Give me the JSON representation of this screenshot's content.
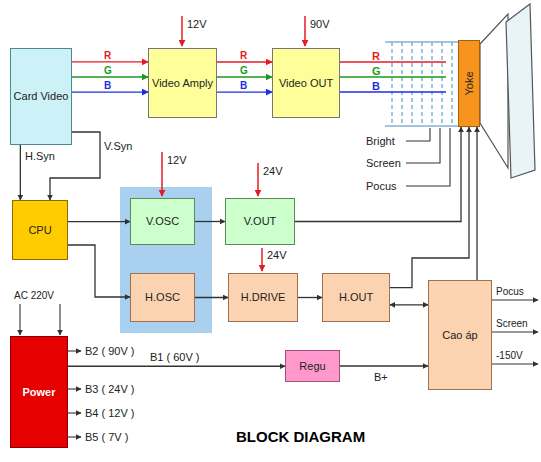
{
  "diagram": {
    "caption": "BLOCK DIAGRAM",
    "nodes": [
      {
        "text": [
          "Card Video"
        ]
      },
      {
        "text": [
          "Video Amply"
        ]
      },
      {
        "text": [
          "Video OUT"
        ]
      },
      {
        "text": [
          "Yoke"
        ]
      },
      {
        "text": [
          "CPU"
        ]
      },
      {
        "text": [
          "V.OSC"
        ]
      },
      {
        "text": [
          "V.OUT"
        ]
      },
      {
        "text": [
          "H.OSC"
        ]
      },
      {
        "text": [
          "H.DRIVE"
        ]
      },
      {
        "text": [
          "H.OUT"
        ]
      },
      {
        "text": [
          "Cao áp"
        ]
      },
      {
        "text": [
          "Power"
        ]
      },
      {
        "text": [
          "Regu"
        ]
      }
    ],
    "edges": [
      {
        "from": 0,
        "to": 1,
        "label": "R",
        "arrow": "to"
      },
      {
        "from": 0,
        "to": 1,
        "label": "G",
        "arrow": "to"
      },
      {
        "from": 0,
        "to": 1,
        "label": "B",
        "arrow": "to"
      },
      {
        "from": 1,
        "to": 2,
        "label": "R",
        "arrow": "to"
      },
      {
        "from": 1,
        "to": 2,
        "label": "G",
        "arrow": "to"
      },
      {
        "from": 1,
        "to": 2,
        "label": "B",
        "arrow": "to"
      },
      {
        "from": 0,
        "to": 4,
        "label": "H.Syn",
        "arrow": "to"
      },
      {
        "from": 0,
        "to": 4,
        "label": "V.Syn",
        "arrow": "to"
      },
      {
        "from": 4,
        "to": 5,
        "arrow": "to"
      },
      {
        "from": 4,
        "to": 7,
        "arrow": "to"
      },
      {
        "from": 5,
        "to": 6,
        "arrow": "to"
      },
      {
        "from": 6,
        "to": 3,
        "arrow": "to"
      },
      {
        "from": 7,
        "to": 8,
        "arrow": "to"
      },
      {
        "from": 8,
        "to": 9,
        "arrow": "to"
      },
      {
        "from": 9,
        "to": 3,
        "arrow": "to"
      },
      {
        "from": 9,
        "to": 10,
        "arrow": "both"
      },
      {
        "from": 10,
        "to": 3,
        "arrow": "to"
      },
      {
        "from": 11,
        "to": 12,
        "label": "B1 ( 60V )",
        "arrow": "to"
      },
      {
        "from": 12,
        "to": 10,
        "label": "B+",
        "arrow": "to"
      }
    ],
    "labels": [
      "12V",
      "90V",
      "12V",
      "24V",
      "24V",
      "R",
      "G",
      "B",
      "Bright",
      "Screen",
      "Pocus",
      "Pocus",
      "Screen",
      "-150V",
      "AC 220V",
      "B2 ( 90V )",
      "B3 ( 24V )",
      "B4 ( 12V )",
      "B5 ( 7V )"
    ]
  }
}
